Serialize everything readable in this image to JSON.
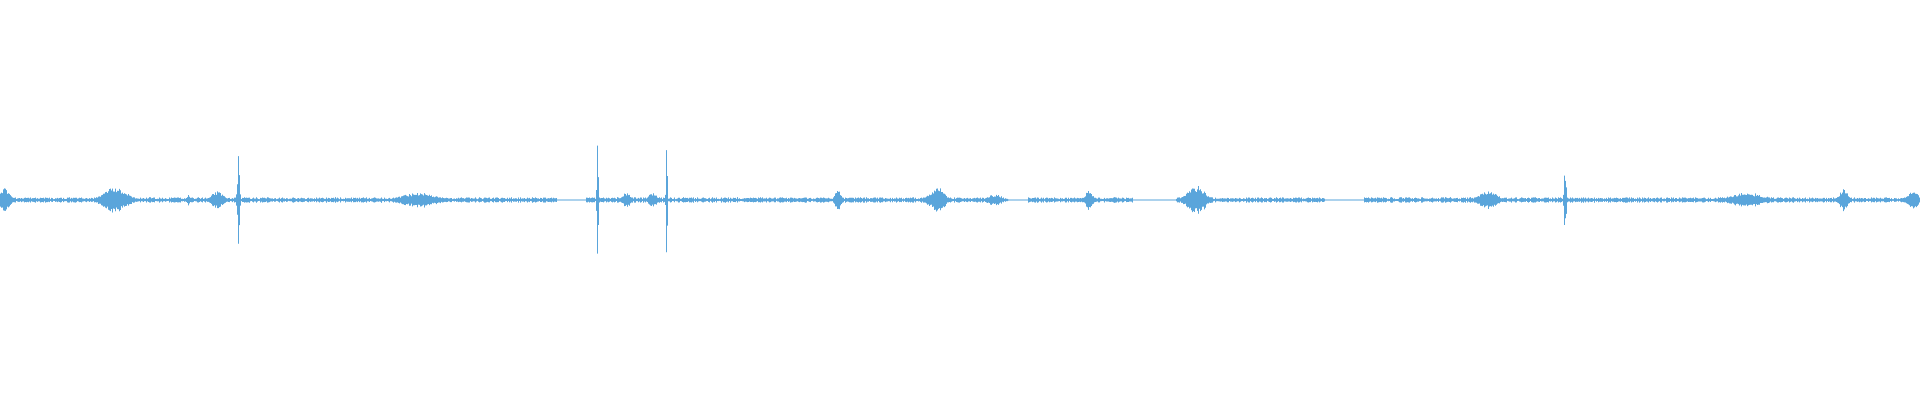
{
  "waveform": {
    "color": "#5aa5db",
    "background": "#ffffff",
    "duration_fraction_axis": [
      0,
      1
    ],
    "amplitude_range": [
      -1,
      1
    ],
    "baseline_amplitude": 0.012,
    "events": [
      {
        "t": 0.002,
        "amp": 0.07,
        "spread": 0.0035
      },
      {
        "t": 0.06,
        "amp": 0.07,
        "spread": 0.008
      },
      {
        "t": 0.098,
        "amp": 0.03,
        "spread": 0.0015
      },
      {
        "t": 0.113,
        "amp": 0.05,
        "spread": 0.004
      },
      {
        "t": 0.124,
        "amp": 0.23,
        "spread": 0.0008
      },
      {
        "t": 0.218,
        "amp": 0.04,
        "spread": 0.012
      },
      {
        "t": 0.311,
        "amp": 0.49,
        "spread": 0.0004
      },
      {
        "t": 0.326,
        "amp": 0.04,
        "spread": 0.003
      },
      {
        "t": 0.34,
        "amp": 0.04,
        "spread": 0.003
      },
      {
        "t": 0.347,
        "amp": 0.5,
        "spread": 0.0004
      },
      {
        "t": 0.436,
        "amp": 0.06,
        "spread": 0.002
      },
      {
        "t": 0.488,
        "amp": 0.07,
        "spread": 0.005
      },
      {
        "t": 0.518,
        "amp": 0.03,
        "spread": 0.005
      },
      {
        "t": 0.567,
        "amp": 0.06,
        "spread": 0.0025
      },
      {
        "t": 0.623,
        "amp": 0.08,
        "spread": 0.006
      },
      {
        "t": 0.775,
        "amp": 0.05,
        "spread": 0.006
      },
      {
        "t": 0.815,
        "amp": 0.18,
        "spread": 0.0008
      },
      {
        "t": 0.91,
        "amp": 0.04,
        "spread": 0.012
      },
      {
        "t": 0.96,
        "amp": 0.06,
        "spread": 0.003
      },
      {
        "t": 0.996,
        "amp": 0.05,
        "spread": 0.004
      }
    ],
    "quiet_regions": [
      {
        "from": 0.29,
        "to": 0.305
      },
      {
        "from": 0.52,
        "to": 0.535
      },
      {
        "from": 0.59,
        "to": 0.612
      },
      {
        "from": 0.69,
        "to": 0.71
      }
    ]
  }
}
